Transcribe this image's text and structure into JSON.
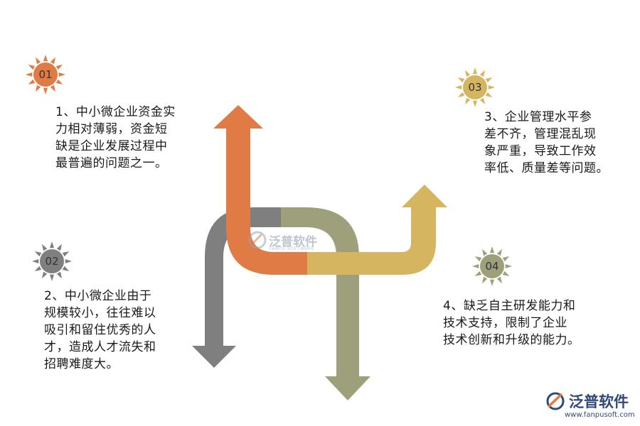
{
  "badges": [
    {
      "num": "01",
      "color": "#e07b45"
    },
    {
      "num": "02",
      "color": "#7f7f7f"
    },
    {
      "num": "03",
      "color": "#d6b561"
    },
    {
      "num": "04",
      "color": "#9da07b"
    }
  ],
  "items": [
    {
      "lines": [
        "1、中小微企业资金实",
        "力相对薄弱，资金短",
        "缺是企业发展过程中",
        "最普遍的问题之一。"
      ]
    },
    {
      "lines": [
        "2、中小微企业由于",
        "规模较小，往往难以",
        "吸引和留住优秀的人",
        "才，造成人才流失和",
        "招聘难度大。"
      ]
    },
    {
      "lines": [
        "3、企业管理水平参",
        "差不齐，管理混乱现",
        "象严重，导致工作效",
        "率低、质量差等问题。"
      ]
    },
    {
      "lines": [
        "4、缺乏自主研发能力和",
        "技术支持，限制了企业",
        "技术创新和升级的能力。"
      ]
    }
  ],
  "arrows": [
    {
      "name": "orange-arrow",
      "color": "#e07b45"
    },
    {
      "name": "gray-arrow",
      "color": "#7f7f7f"
    },
    {
      "name": "yellow-arrow",
      "color": "#d6b561"
    },
    {
      "name": "olive-arrow",
      "color": "#9da07b"
    }
  ],
  "brand": {
    "center_name": "泛普软件",
    "center_sub": "FANPU SOFTWARE",
    "corner_name": "泛普软件",
    "corner_url": "www.fanpusoft.com",
    "color": "#2f4a7a"
  }
}
